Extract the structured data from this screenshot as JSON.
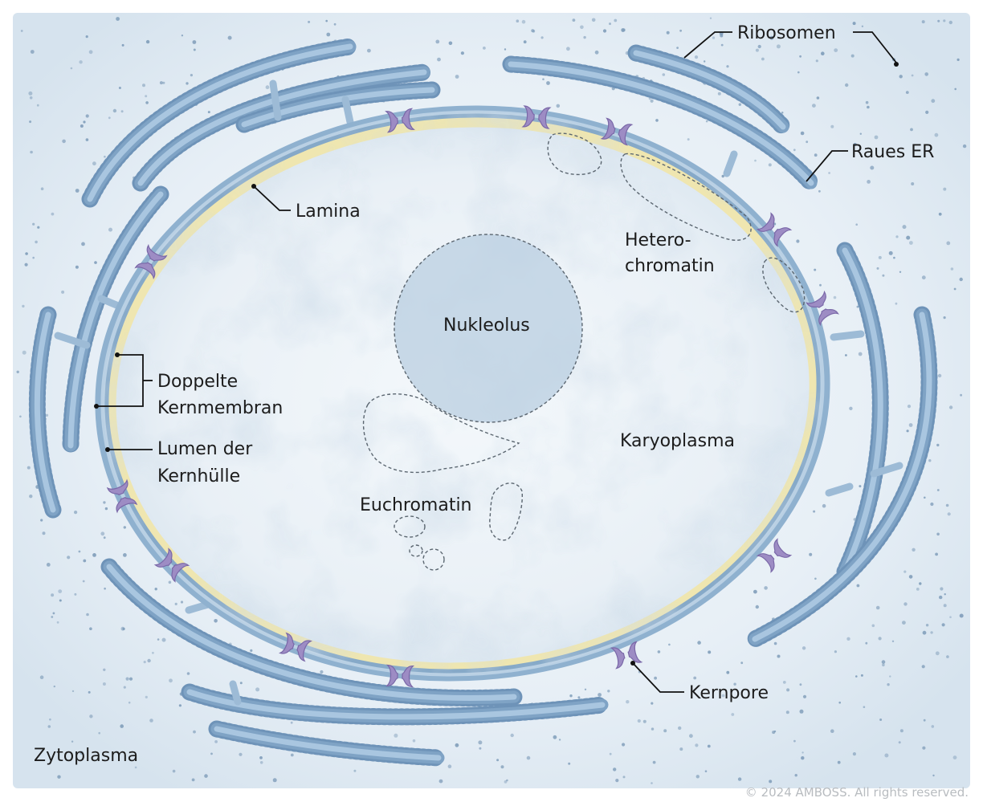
{
  "labels": {
    "ribosomen": "Ribosomen",
    "raues_er": "Raues ER",
    "lamina": "Lamina",
    "hetero_1": "Hetero-",
    "hetero_2": "chromatin",
    "nukleolus": "Nukleolus",
    "doppelte_1": "Doppelte",
    "doppelte_2": "Kernmembran",
    "lumen_1": "Lumen der",
    "lumen_2": "Kernhülle",
    "karyoplasma": "Karyoplasma",
    "euchromatin": "Euchromatin",
    "kernpore": "Kernpore",
    "zytoplasma": "Zytoplasma"
  },
  "copyright": "© 2024 AMBOSS. All rights reserved.",
  "colors": {
    "cytoplasm": "#dbe8f2",
    "karyoplasm": "#eef4f9",
    "membrane": "#7fa3c5",
    "er": "#7fa3c5",
    "lamina": "#efe6b0",
    "pore": "#9d8cc4",
    "ribosome_dot": "#7d9bb8"
  },
  "icons": {
    "nuclear_pore": "nuclear-pore-icon",
    "ribosome": "ribosome-dot-icon"
  }
}
